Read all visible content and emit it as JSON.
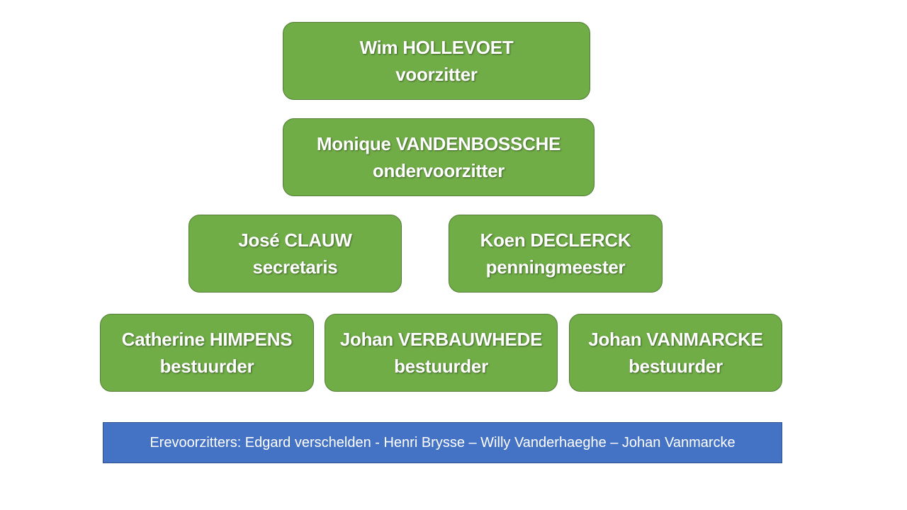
{
  "org_chart": {
    "chair": {
      "name": "Wim HOLLEVOET",
      "role": "voorzitter"
    },
    "vice_chair": {
      "name": "Monique VANDENBOSSCHE",
      "role": "ondervoorzitter"
    },
    "secretary": {
      "name": "José CLAUW",
      "role": "secretaris"
    },
    "treasurer": {
      "name": "Koen DECLERCK",
      "role": "penningmeester"
    },
    "board_members": [
      {
        "name": "Catherine HIMPENS",
        "role": "bestuurder"
      },
      {
        "name": "Johan VERBAUWHEDE",
        "role": "bestuurder"
      },
      {
        "name": "Johan VANMARCKE",
        "role": "bestuurder"
      }
    ]
  },
  "honorary_banner": {
    "text": "Erevoorzitters: Edgard verschelden - Henri Brysse – Willy Vanderhaeghe – Johan Vanmarcke"
  },
  "colors": {
    "node_fill": "#70ad47",
    "node_border": "#507e32",
    "banner_fill": "#4472c4",
    "text": "#ffffff"
  }
}
